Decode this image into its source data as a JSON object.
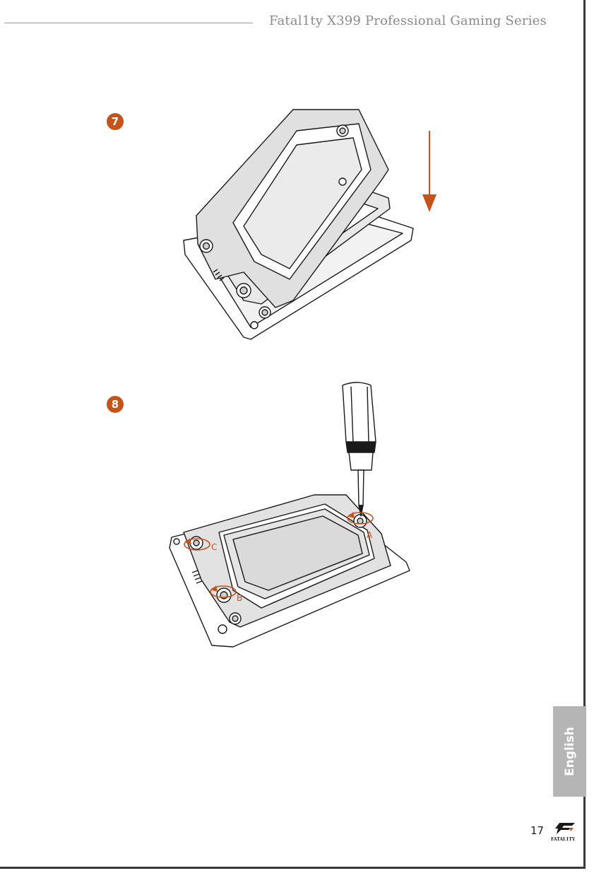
{
  "header": {
    "title": "Fatal1ty X399 Professional Gaming Series"
  },
  "steps": [
    {
      "number": "7"
    },
    {
      "number": "8"
    }
  ],
  "callouts": {
    "a": "A",
    "b": "B",
    "c": "C"
  },
  "side_tab": {
    "label": "English"
  },
  "footer": {
    "page_number": "17",
    "brand": "FATAL1TY"
  },
  "colors": {
    "accent": "#c8531a",
    "line": "#1a1a1a",
    "plate": "#e4e4e4",
    "tab": "#b5b5b5"
  },
  "icons": [
    "down-arrow-icon",
    "screwdriver-icon",
    "rotate-arrow-icon",
    "fatal1ty-logo"
  ]
}
